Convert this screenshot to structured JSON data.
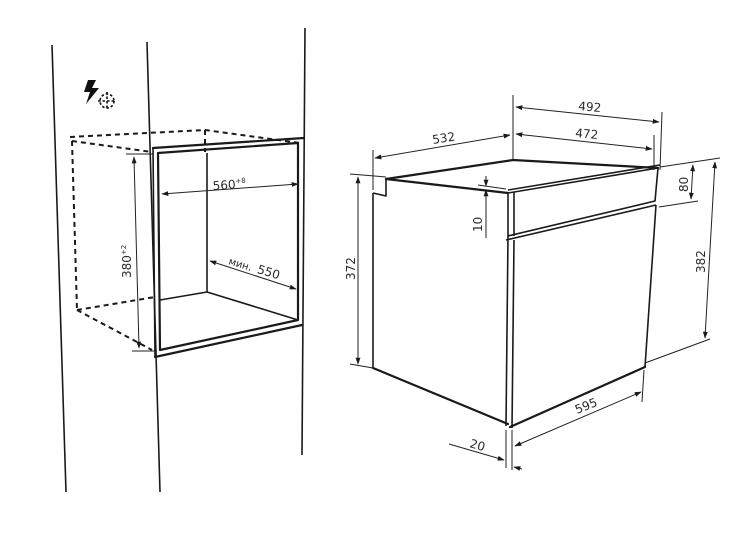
{
  "figure": {
    "title": "Built-in oven installation diagram",
    "units": "mm",
    "colors": {
      "line": "#1a1a1a",
      "text": "#2b2b2b",
      "background": "#ffffff"
    }
  },
  "niche": {
    "icons": [
      "electric-lightning-icon",
      "power-socket-icon"
    ],
    "dimensions": {
      "width": {
        "value": "560",
        "tolerance": "+8"
      },
      "height": {
        "value": "380",
        "tolerance": "+2"
      },
      "depth": {
        "prefix": "мин.",
        "value": "550"
      }
    }
  },
  "oven": {
    "dimensions": {
      "total_depth": "532",
      "body_depth_top": "492",
      "body_depth_inner": "472",
      "step": "10",
      "panel_height": "80",
      "front_height": "382",
      "body_height": "372",
      "width": "595",
      "door_thickness": "20"
    }
  }
}
